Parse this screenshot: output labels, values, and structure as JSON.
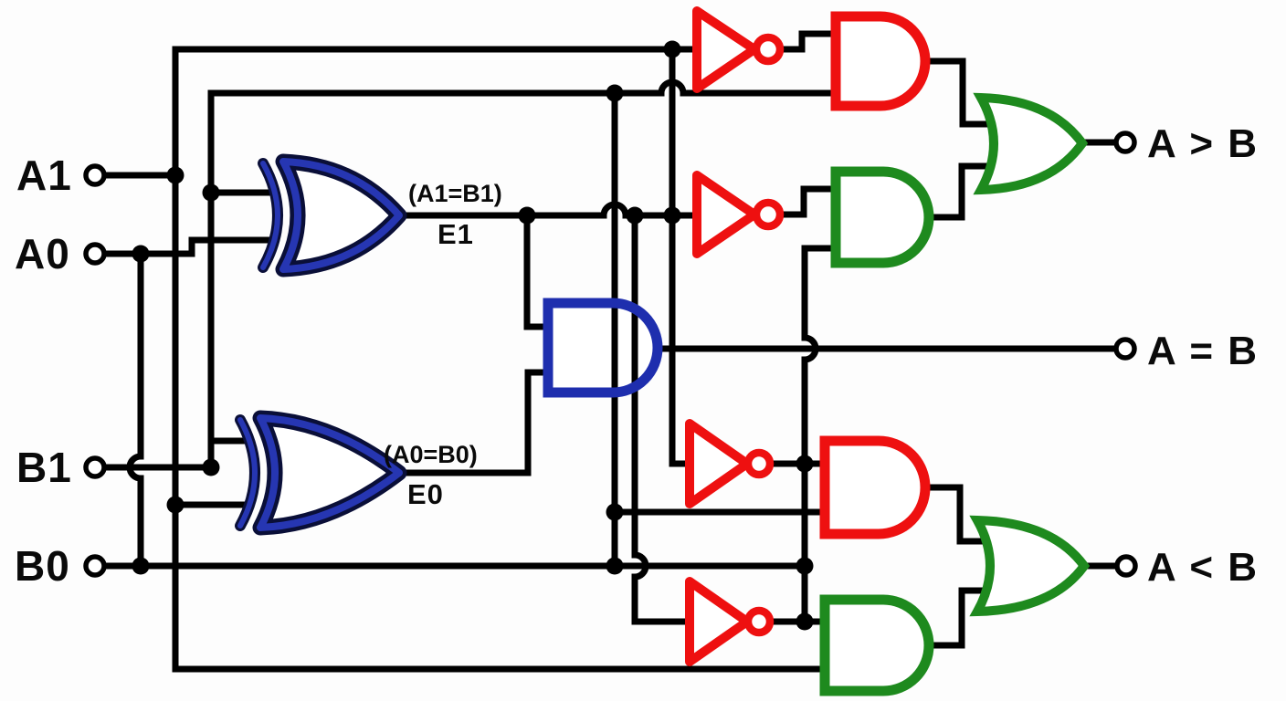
{
  "diagram": {
    "type": "logic-circuit",
    "inputs": [
      {
        "id": "a1",
        "label": "A1"
      },
      {
        "id": "a0",
        "label": "A0"
      },
      {
        "id": "b1",
        "label": "B1"
      },
      {
        "id": "b0",
        "label": "B0"
      }
    ],
    "outputs": [
      {
        "id": "a_gt_b",
        "label": "A > B"
      },
      {
        "id": "a_eq_b",
        "label": "A = B"
      },
      {
        "id": "a_lt_b",
        "label": "A < B"
      }
    ],
    "net_labels": {
      "e1_equation": "(A1=B1)",
      "e1_name": "E1",
      "e0_equation": "(A0=B0)",
      "e0_name": "E0"
    },
    "gates": [
      {
        "name": "xnor-a1b1",
        "type": "XNOR",
        "color": "blue"
      },
      {
        "name": "xnor-a0b0",
        "type": "XNOR",
        "color": "blue"
      },
      {
        "name": "and-equality",
        "type": "AND",
        "color": "blue"
      },
      {
        "name": "not-top-1",
        "type": "NOT",
        "color": "red"
      },
      {
        "name": "not-top-2",
        "type": "NOT",
        "color": "red"
      },
      {
        "name": "not-bottom-1",
        "type": "NOT",
        "color": "red"
      },
      {
        "name": "not-bottom-2",
        "type": "NOT",
        "color": "red"
      },
      {
        "name": "and-gt-red",
        "type": "AND",
        "color": "red"
      },
      {
        "name": "and-gt-green",
        "type": "AND",
        "color": "green"
      },
      {
        "name": "or-a-gt-b",
        "type": "OR",
        "color": "green"
      },
      {
        "name": "and-lt-red",
        "type": "AND",
        "color": "red"
      },
      {
        "name": "and-lt-green",
        "type": "AND",
        "color": "green"
      },
      {
        "name": "or-a-lt-b",
        "type": "OR",
        "color": "green"
      }
    ]
  },
  "colors": {
    "wire": "#000000",
    "red": "#ee1010",
    "green": "#1e8a1e",
    "blue": "#1e2eae",
    "xnor_blue": "#2636b2",
    "xnor_dark": "#0a0f38",
    "bg": "#fdfdfd"
  }
}
